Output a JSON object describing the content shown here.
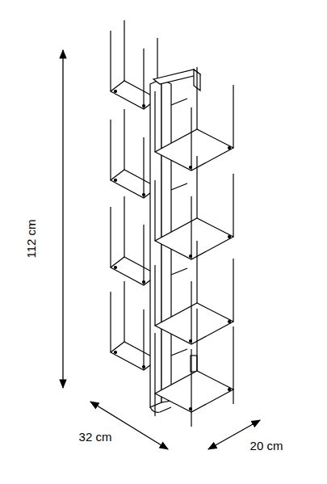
{
  "diagram": {
    "labels": [
      "112 cm",
      "32 cm",
      "20 cm"
    ]
  }
}
